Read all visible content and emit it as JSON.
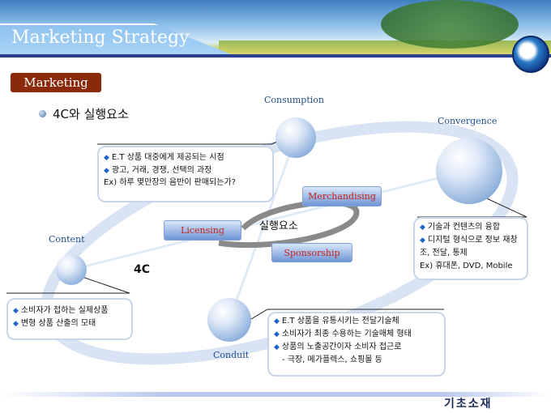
{
  "header": {
    "title": "Marketing Strategy"
  },
  "badge": "Marketing",
  "subtitle": "4C와 실행요소",
  "nodes": {
    "consumption": {
      "label": "Consumption",
      "items": [
        "E.T 상품 대중에게  제공되는 시점",
        "광고, 거래, 경쟁, 선택의 과정"
      ],
      "example": "Ex) 하루 몇만장의 음반이 판매되는가?"
    },
    "convergence": {
      "label": "Convergence",
      "items": [
        "기술과 컨텐츠의 융합",
        "디지털 형식으로 정보 재창조, 전달, 통제"
      ],
      "example": "Ex) 휴대폰, DVD, Mobile"
    },
    "content": {
      "label": "Content",
      "items": [
        "소비자가 접하는 실제상품",
        "변형 상품 산출의 모태"
      ]
    },
    "conduit": {
      "label": "Conduit",
      "items": [
        "E.T 상품을 유통시키는 전달기술체",
        "소비자가 최종 수용하는 기술매체 형태",
        "상품의 노출공간이자 소비자 접근로"
      ],
      "sub": "- 극장, 메가플렉스, 쇼핑몰 등"
    }
  },
  "center": {
    "label": "실행요소",
    "four_c": "4C",
    "buttons": {
      "merchandising": "Merchandising",
      "licensing": "Licensing",
      "sponsorship": "Sponsorship"
    }
  },
  "footer": {
    "logo_text": "기초소재"
  }
}
